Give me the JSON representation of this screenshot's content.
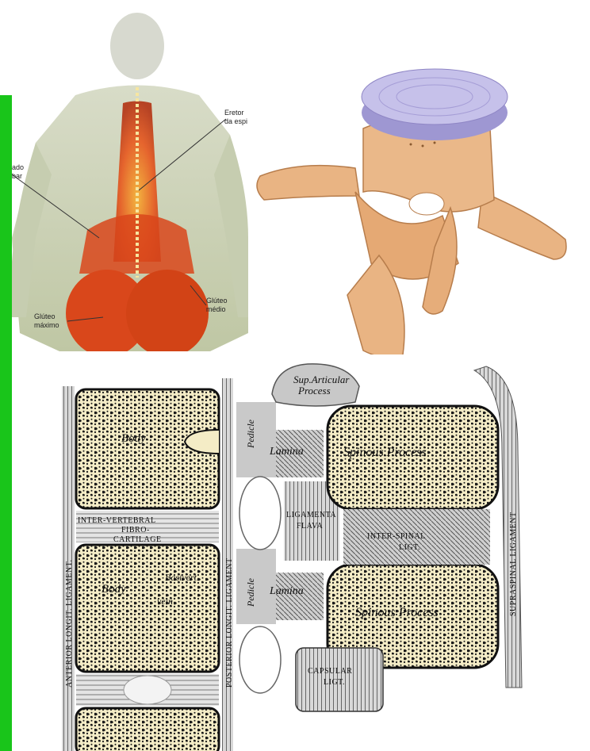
{
  "colors": {
    "green_bar": "#19c51a",
    "muscle": "#d9471b",
    "bone": "#e9b483",
    "disc": "#b4aee0",
    "cancellous_bg": "#f4ecc6"
  },
  "back_anatomy": {
    "label_spinal": "Eretor\nda espi",
    "label_lumbar": "ado\nbar",
    "label_gluteus_max": "Glúteo\nmáximo",
    "label_gluteus_med": "Glúteo\nmédio"
  },
  "spine_section": {
    "sup_articular_process": "Sup.Articular\nProcess",
    "body_upper": "Body",
    "body_lower": "Body",
    "pedicle_upper": "Pedicle",
    "pedicle_lower": "Pedicle",
    "lamina_upper": "Lamina",
    "lamina_lower": "Lamina",
    "spinous_process_upper": "Spinous Process",
    "spinous_process_lower": "Spinous Process",
    "ligamenta_flava": "LIGAMENTA\nFLAVA",
    "interspinal_ligament": "INTER-SPINAL\nLIGT.",
    "intervertebral_fibrocartilage": "INTER-VERTEBRAL\nFIBRO-\nCARTILAGE",
    "anterior_longit_ligament": "ANTERIOR   LONGIT.   LIGAMENT.",
    "posterior_longit_ligament": "POSTERIOR   LONGIT.   LIGAMENT",
    "supraspinal_ligament": "SUPRASPINAL   LIGAMENT",
    "capsular_ligament": "CAPSULAR\nLIGT.",
    "basivertebral_vein": "Basivert.\nvein"
  }
}
